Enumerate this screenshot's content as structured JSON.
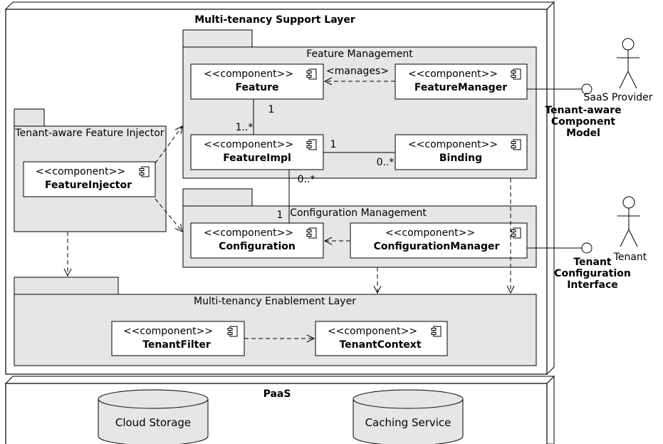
{
  "support_layer": {
    "title": "Multi-tenancy Support Layer"
  },
  "paas": {
    "title": "PaaS",
    "cloud_storage": "Cloud Storage",
    "caching_service": "Caching Service"
  },
  "feature_management": {
    "title": "Feature Management",
    "manages_label": "<manages>",
    "feature": {
      "stereotype": "<<component>>",
      "name": "Feature"
    },
    "feature_manager": {
      "stereotype": "<<component>>",
      "name": "FeatureManager"
    },
    "feature_impl": {
      "stereotype": "<<component>>",
      "name": "FeatureImpl"
    },
    "binding": {
      "stereotype": "<<component>>",
      "name": "Binding"
    }
  },
  "injector": {
    "title": "Tenant-aware Feature Injector",
    "feature_injector": {
      "stereotype": "<<component>>",
      "name": "FeatureInjector"
    }
  },
  "configuration_management": {
    "title": "Configuration Management",
    "configuration": {
      "stereotype": "<<component>>",
      "name": "Configuration"
    },
    "configuration_manager": {
      "stereotype": "<<component>>",
      "name": "ConfigurationManager"
    }
  },
  "enablement_layer": {
    "title": "Multi-tenancy Enablement Layer",
    "tenant_filter": {
      "stereotype": "<<component>>",
      "name": "TenantFilter"
    },
    "tenant_context": {
      "stereotype": "<<component>>",
      "name": "TenantContext"
    }
  },
  "multiplicities": {
    "feature_end": "1",
    "feature_impl_end": "1..*",
    "impl_binding_one": "1",
    "binding_many": "0..*",
    "impl_config_many": "0..*",
    "config_one": "1"
  },
  "actors": {
    "saas_provider": "SaaS Provider",
    "tenant": "Tenant"
  },
  "interfaces": {
    "component_model": [
      "Tenant-aware",
      "Component",
      "Model"
    ],
    "configuration_interface": [
      "Tenant",
      "Configuration",
      "Interface"
    ]
  }
}
